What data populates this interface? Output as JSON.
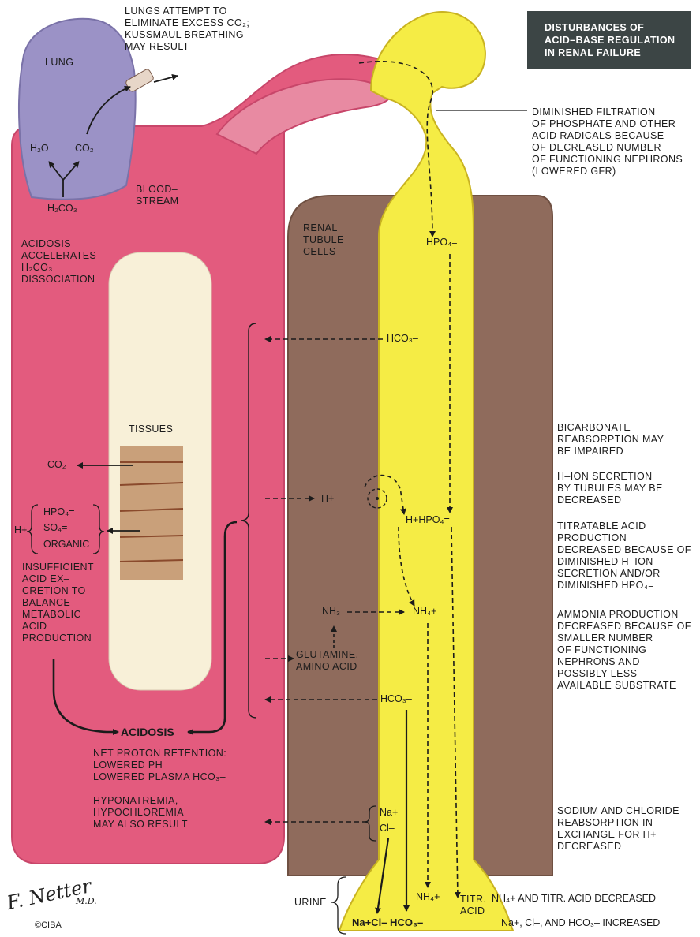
{
  "title": "DISTURBANCES OF\nACID–BASE REGULATION\nIN RENAL FAILURE",
  "labels": {
    "lung": "LUNG",
    "lungs_note": "LUNGS ATTEMPT TO\nELIMINATE EXCESS CO₂;\nKUSSMAUL BREATHING\nMAY RESULT",
    "h2o": "H₂O",
    "co2_lung": "CO₂",
    "h2co3": "H₂CO₃",
    "acidosis_accelerates": "ACIDOSIS\nACCELERATES\nH₂CO₃\nDISSOCIATION",
    "bloodstream": "BLOOD–\nSTREAM",
    "renal_tubule_cells": "RENAL\nTUBULE\nCELLS",
    "tissues": "TISSUES",
    "co2_tissue": "CO₂",
    "h_plus_tissue": "H+",
    "hpo4_tissue": "HPO₄=",
    "so4_tissue": "SO₄=",
    "organic": "ORGANIC",
    "insufficient": "INSUFFICIENT\nACID EX–\nCRETION TO\nBALANCE\nMETABOLIC\nACID\nPRODUCTION",
    "acidosis": "ACIDOSIS",
    "net_proton": "NET PROTON RETENTION:\nLOWERED pH\nLOWERED PLASMA HCO₃–",
    "hyponatremia": "HYPONATREMIA,\nHYPOCHLOREMIA\nMAY ALSO RESULT",
    "hpo4_filtrate": "HPO₄=",
    "hco3_upper": "HCO₃–",
    "h_plus_cell": "H+",
    "h_hpo4": "H+HPO₄=",
    "nh3": "NH₃",
    "nh4_tubule": "NH₄+",
    "glutamine": "GLUTAMINE,\nAMINO ACID",
    "hco3_lower": "HCO₃–",
    "na_plus": "Na+",
    "cl_minus": "Cl–",
    "urine": "URINE",
    "nh4_urine": "NH₄+",
    "titr_acid": "TITR.\nACID",
    "urine_ions": "Na+Cl– HCO₃–"
  },
  "notes": {
    "diminished_filtration": "DIMINISHED FILTRATION\nOF PHOSPHATE AND OTHER\nACID RADICALS BECAUSE\nOF DECREASED NUMBER\nOF FUNCTIONING NEPHRONS\n(LOWERED GFR)",
    "bicarbonate": "BICARBONATE\nREABSORPTION MAY\nBE IMPAIRED",
    "h_ion": "H–ION SECRETION\nBY TUBULES MAY BE\nDECREASED",
    "titratable": "TITRATABLE ACID\nPRODUCTION\nDECREASED BECAUSE OF\nDIMINISHED H–ION\nSECRETION AND/OR\nDIMINISHED HPO₄=",
    "ammonia": "AMMONIA PRODUCTION\nDECREASED BECAUSE OF\nSMALLER NUMBER\nOF FUNCTIONING\nNEPHRONS AND\nPOSSIBLY LESS\nAVAILABLE SUBSTRATE",
    "sodium": "SODIUM AND CHLORIDE\nREABSORPTION IN\nEXCHANGE FOR H+\nDECREASED",
    "nh4_decreased": "NH₄+ AND TITR. ACID DECREASED",
    "na_increased": "Na+, Cl–, AND HCO₃– INCREASED"
  },
  "signature": {
    "name": "F. Netter",
    "degree": "M.D.",
    "copyright": "©CIBA"
  },
  "colors": {
    "bloodstream": "#e35b7e",
    "lung": "#9b92c6",
    "tissue_window": "#f8f0d8",
    "renal_cells": "#8f6b5c",
    "tubule_lumen": "#f5ec45",
    "title_box": "#3c4545"
  }
}
